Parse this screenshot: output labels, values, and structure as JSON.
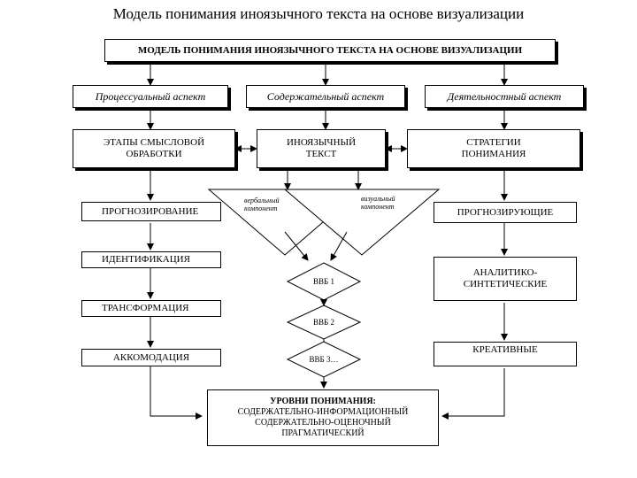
{
  "page_title": "Модель понимания иноязычного текста на основе визуализации",
  "model_header": "МОДЕЛЬ ПОНИМАНИЯ ИНОЯЗЫЧНОГО ТЕКСТА НА ОСНОВЕ ВИЗУАЛИЗАЦИИ",
  "aspects": {
    "procedural": "Процессуальный аспект",
    "content": "Содержательный аспект",
    "activity": "Деятельностный аспект"
  },
  "stages": {
    "semantic_processing": "ЭТАПЫ СМЫСЛОВОЙ\nОБРАБОТКИ",
    "foreign_text": "ИНОЯЗЫЧНЫЙ\nТЕКСТ",
    "strategies": "СТРАТЕГИИ\nПОНИМАНИЯ"
  },
  "components": {
    "verbal": "вербальный\nкомпонент",
    "visual": "визуальный\nкомпонент"
  },
  "process_steps": [
    "ПРОГНОЗИРОВАНИЕ",
    "ИДЕНТИФИКАЦИЯ",
    "ТРАНСФОРМАЦИЯ",
    "АККОМОДАЦИЯ"
  ],
  "diamonds": [
    "ВВБ 1",
    "ВВБ 2",
    "ВВБ 3…"
  ],
  "strategy_items": [
    "ПРОГНОЗИРУЮЩИЕ",
    "АНАЛИТИКО-\nСИНТЕТИЧЕСКИЕ",
    "КРЕАТИВНЫЕ"
  ],
  "levels": {
    "title": "УРОВНИ ПОНИМАНИЯ:",
    "items": [
      "СОДЕРЖАТЕЛЬНО-ИНФОРМАЦИОННЫЙ",
      "СОДЕРЖАТЕЛЬНО-ОЦЕНОЧНЫЙ",
      "ПРАГМАТИЧЕСКИЙ"
    ]
  }
}
